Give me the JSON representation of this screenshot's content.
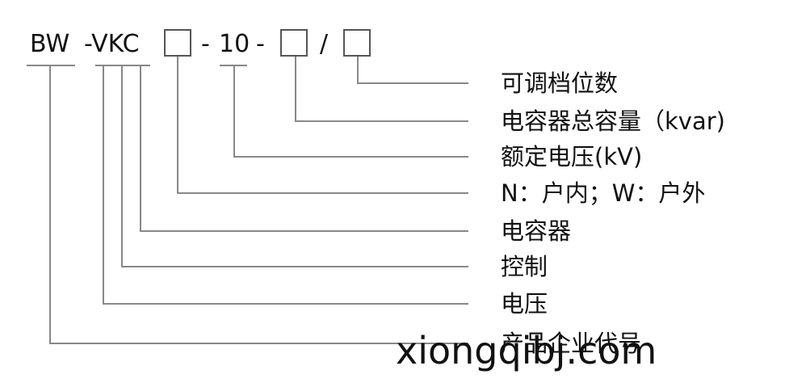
{
  "code": {
    "prefix": "BW",
    "model": "-VKC",
    "dash1": "-",
    "voltage": "10",
    "dash2": "-",
    "slash": "/"
  },
  "labels": [
    "可调档位数",
    "电容器总容量（kvar)",
    "额定电压(kV)",
    "N：户内；W：户外",
    "电容器",
    "控制",
    "电压",
    "产品企业代号"
  ],
  "watermark": "xiongqibj.com",
  "colors": {
    "line": "#888888",
    "text": "#111111",
    "box": "#555555"
  }
}
